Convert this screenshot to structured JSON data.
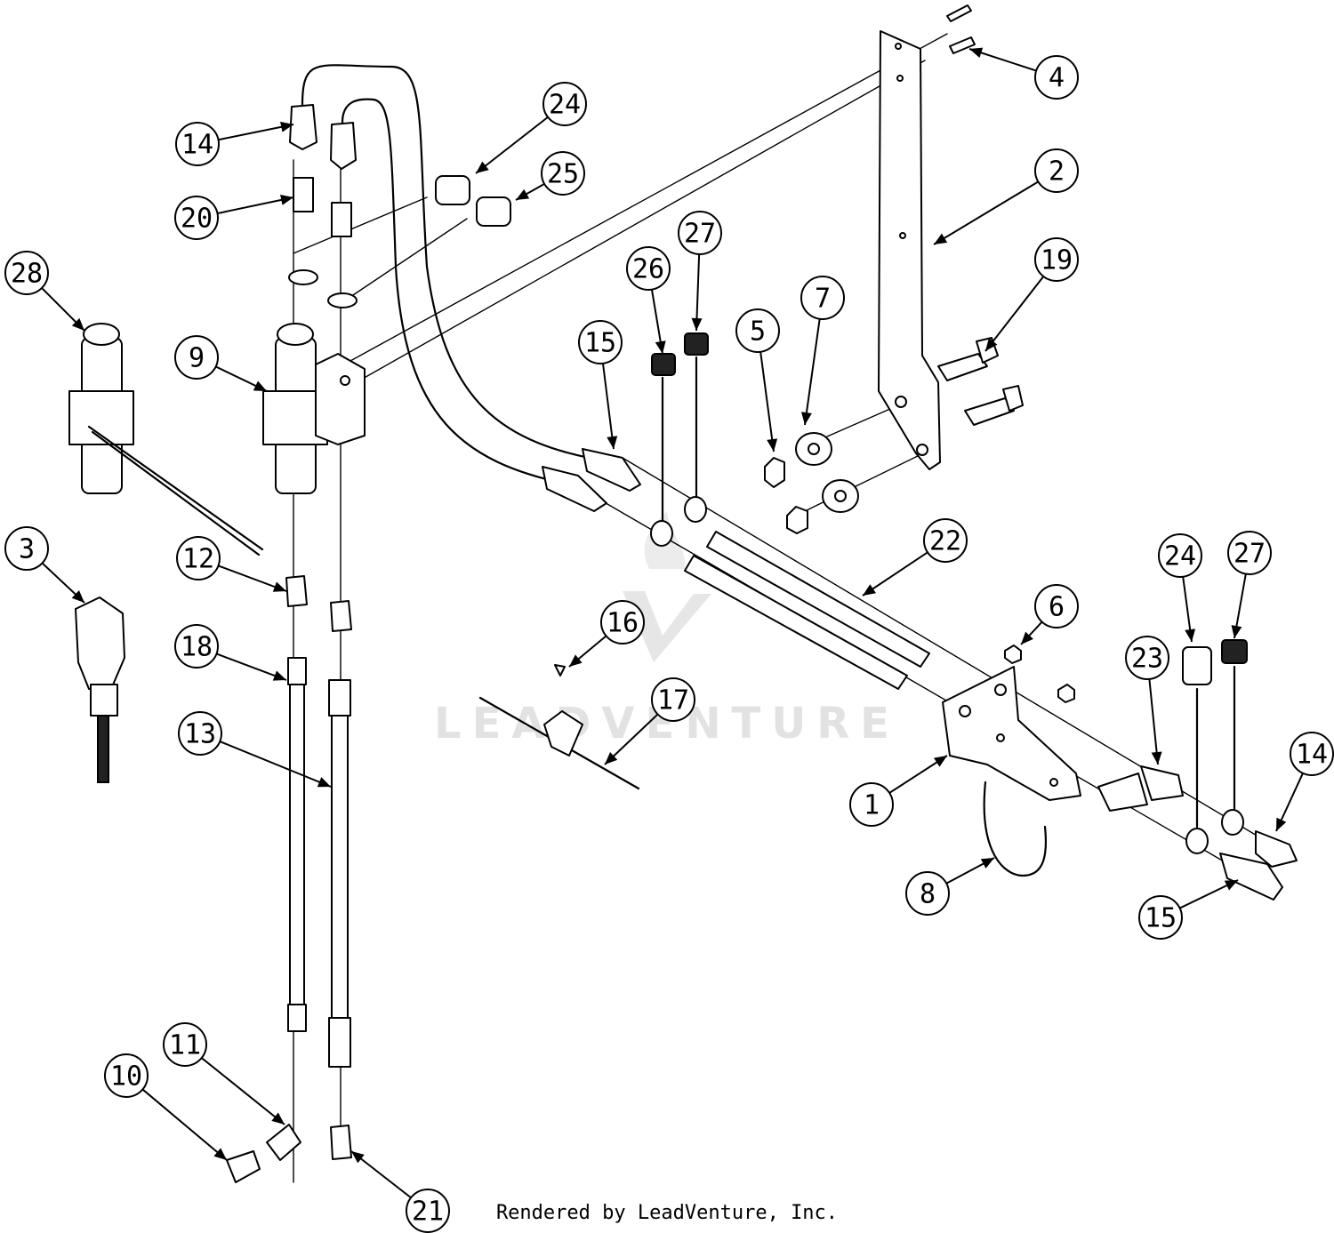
{
  "watermark": {
    "text": "LEADVENTURE"
  },
  "footer": {
    "text": "Rendered by LeadVenture, Inc."
  },
  "callouts": [
    {
      "label": "1"
    },
    {
      "label": "2"
    },
    {
      "label": "3"
    },
    {
      "label": "4"
    },
    {
      "label": "5"
    },
    {
      "label": "6"
    },
    {
      "label": "7"
    },
    {
      "label": "8"
    },
    {
      "label": "9"
    },
    {
      "label": "10"
    },
    {
      "label": "11"
    },
    {
      "label": "12"
    },
    {
      "label": "13"
    },
    {
      "label": "14"
    },
    {
      "label": "14"
    },
    {
      "label": "15"
    },
    {
      "label": "15"
    },
    {
      "label": "16"
    },
    {
      "label": "17"
    },
    {
      "label": "18"
    },
    {
      "label": "19"
    },
    {
      "label": "20"
    },
    {
      "label": "21"
    },
    {
      "label": "22"
    },
    {
      "label": "23"
    },
    {
      "label": "24"
    },
    {
      "label": "24"
    },
    {
      "label": "25"
    },
    {
      "label": "26"
    },
    {
      "label": "27"
    },
    {
      "label": "27"
    },
    {
      "label": "28"
    }
  ]
}
